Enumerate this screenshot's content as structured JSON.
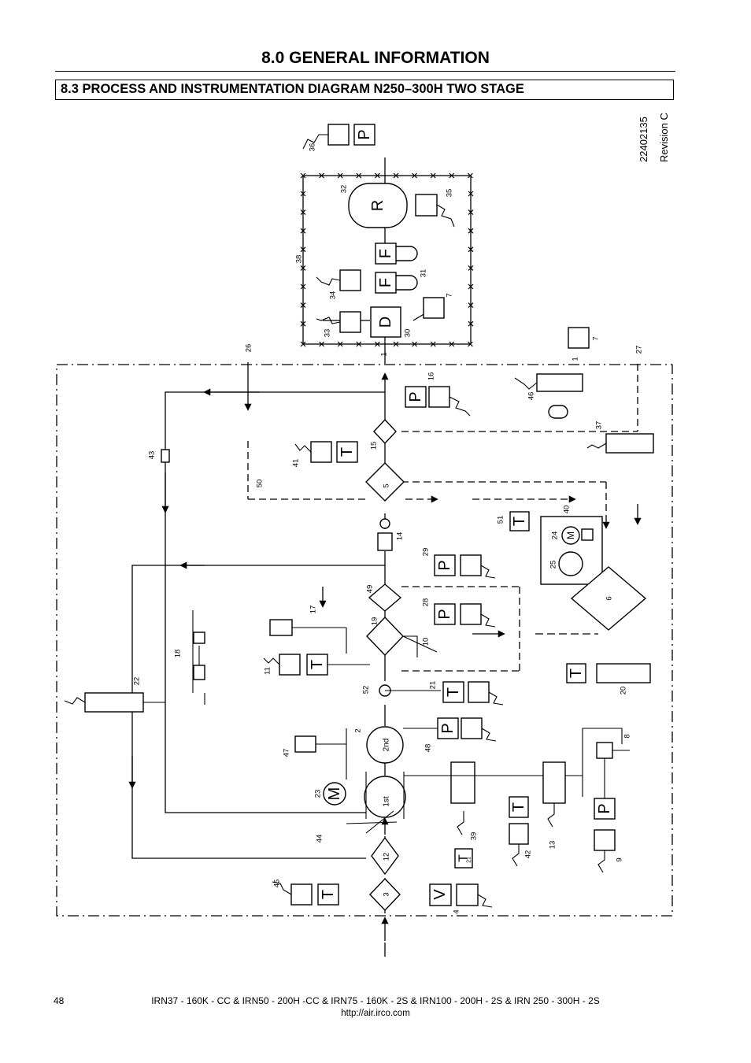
{
  "page": {
    "chapter_title": "8.0 GENERAL INFORMATION",
    "section_title": "8.3 PROCESS AND INSTRUMENTATION DIAGRAM N250–300H TWO STAGE",
    "drawing_number": "22402135",
    "revision": "Revision C"
  },
  "symbols": {
    "p": "P",
    "t": "T",
    "f": "F",
    "d": "D",
    "r": "R",
    "m": "M",
    "v": "V",
    "stage_1": "1st",
    "stage_2": "2nd",
    "t21": "21"
  },
  "labels": {
    "n2": "2",
    "n3": "3",
    "n4": "4",
    "n5": "5",
    "n6": "6",
    "n7": "7",
    "n7b": "7",
    "n8": "8",
    "n9": "9",
    "n10": "10",
    "n11": "11",
    "n12": "12",
    "n13": "13",
    "n14": "14",
    "n15": "15",
    "n16": "16",
    "n17": "17",
    "n18": "18",
    "n19": "19",
    "n20": "20",
    "n21": "21",
    "n22": "22",
    "n23": "23",
    "n24": "24",
    "n25": "25",
    "n26": "26",
    "n27": "27",
    "n28": "28",
    "n29": "29",
    "n30": "30",
    "n31": "31",
    "n32": "32",
    "n33": "33",
    "n34": "34",
    "n35": "35",
    "n36": "36",
    "n37": "37",
    "n38": "38",
    "n39": "39",
    "n40": "40",
    "n41": "41",
    "n42": "42",
    "n43": "43",
    "n44": "44",
    "n45": "45",
    "n46": "46",
    "n47": "47",
    "n48": "48",
    "n49": "49",
    "n50": "50",
    "n51": "51",
    "n52": "52",
    "n1": "1",
    "n1b": "1"
  },
  "footer": {
    "page_number": "48",
    "models": "IRN37 - 160K - CC & IRN50 - 200H -CC & IRN75 - 160K - 2S & IRN100 - 200H - 2S & IRN 250 - 300H - 2S",
    "url": "http://air.irco.com"
  }
}
